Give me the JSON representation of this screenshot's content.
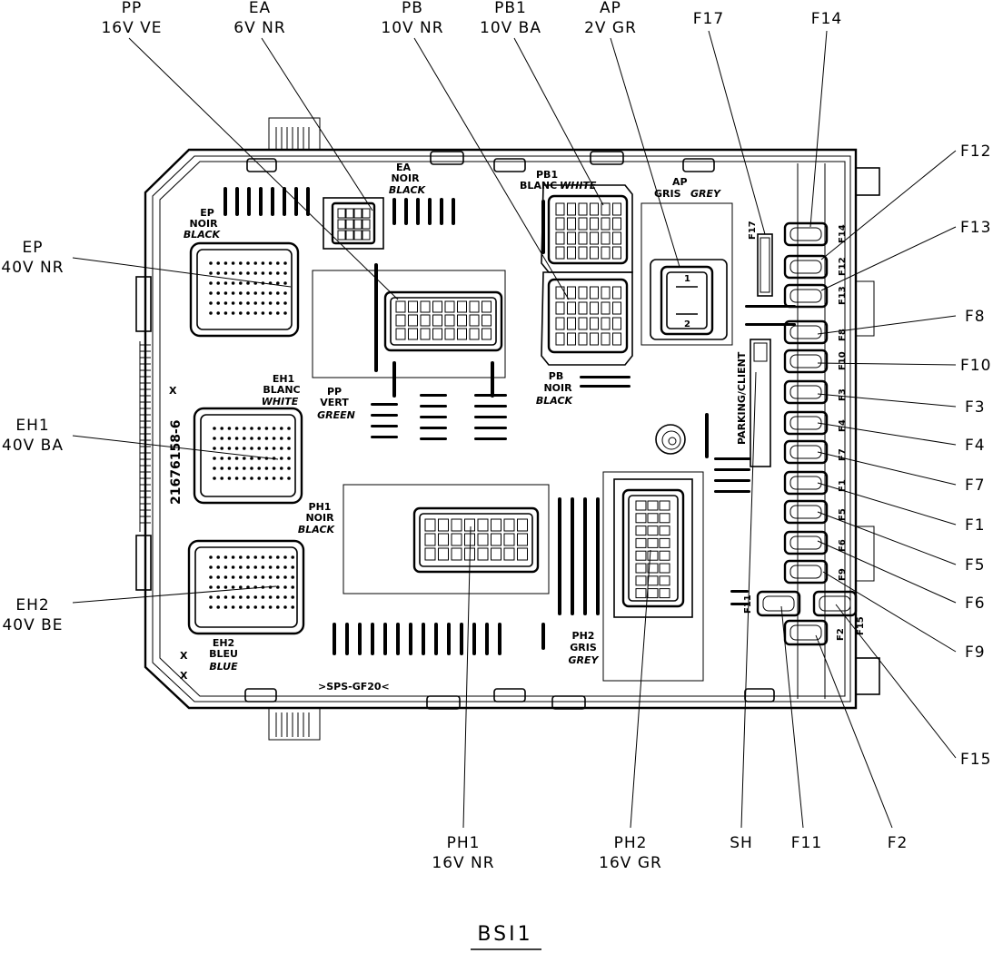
{
  "diagram": {
    "title": "BSI1",
    "callouts": {
      "pp": [
        "PP",
        "16V VE"
      ],
      "ea": [
        "EA",
        "6V NR"
      ],
      "pb": [
        "PB",
        "10V NR"
      ],
      "pb1": [
        "PB1",
        "10V BA"
      ],
      "ap": [
        "AP",
        "2V GR"
      ],
      "f17": "F17",
      "f14": "F14",
      "f12": "F12",
      "f13": "F13",
      "f8": "F8",
      "f10": "F10",
      "f3": "F3",
      "f4": "F4",
      "f7": "F7",
      "f1": "F1",
      "f5": "F5",
      "f6": "F6",
      "f9": "F9",
      "f15": "F15",
      "ep": [
        "EP",
        "40V NR"
      ],
      "eh1": [
        "EH1",
        "40V BA"
      ],
      "eh2": [
        "EH2",
        "40V BE"
      ],
      "ph1": [
        "PH1",
        "16V NR"
      ],
      "ph2": [
        "PH2",
        "16V GR"
      ],
      "sh": "SH",
      "f11": "F11",
      "f2": "F2"
    },
    "board_labels": {
      "ep": [
        "EP",
        "NOIR",
        "BLACK"
      ],
      "ea": [
        "EA",
        "NOIR",
        "BLACK"
      ],
      "pb1": [
        "PB1",
        "BLANC",
        "WHITE"
      ],
      "ap": [
        "AP",
        "GRIS",
        "GREY"
      ],
      "pb": [
        "PB",
        "NOIR",
        "BLACK"
      ],
      "eh1": [
        "EH1",
        "BLANC",
        "WHITE"
      ],
      "pp": [
        "PP",
        "VERT",
        "GREEN"
      ],
      "ph1": [
        "PH1",
        "NOIR",
        "BLACK"
      ],
      "ph2": [
        "PH2",
        "GRIS",
        "GREY"
      ],
      "eh2": [
        "EH2",
        "BLEU",
        "BLUE"
      ],
      "part_number": "21676158-6",
      "marker_x": "X",
      "marker_xx": "X",
      "sps": ">SPS-GF20<",
      "parking": "PARKING/CLIENT",
      "fuse_f17": "F17",
      "fuse_f14": "F14",
      "fuse_f12": "F12",
      "fuse_f13": "F13",
      "fuse_f8": "F8",
      "fuse_f10": "F10",
      "fuse_f3": "F3",
      "fuse_f4": "F4",
      "fuse_f7": "F7",
      "fuse_f1": "F1",
      "fuse_f5": "F5",
      "fuse_f6": "F6",
      "fuse_f9": "F9",
      "fuse_f11": "F11",
      "fuse_f15": "F15",
      "fuse_f2": "F2",
      "ap_pin1": "1",
      "ap_pin2": "2"
    }
  }
}
